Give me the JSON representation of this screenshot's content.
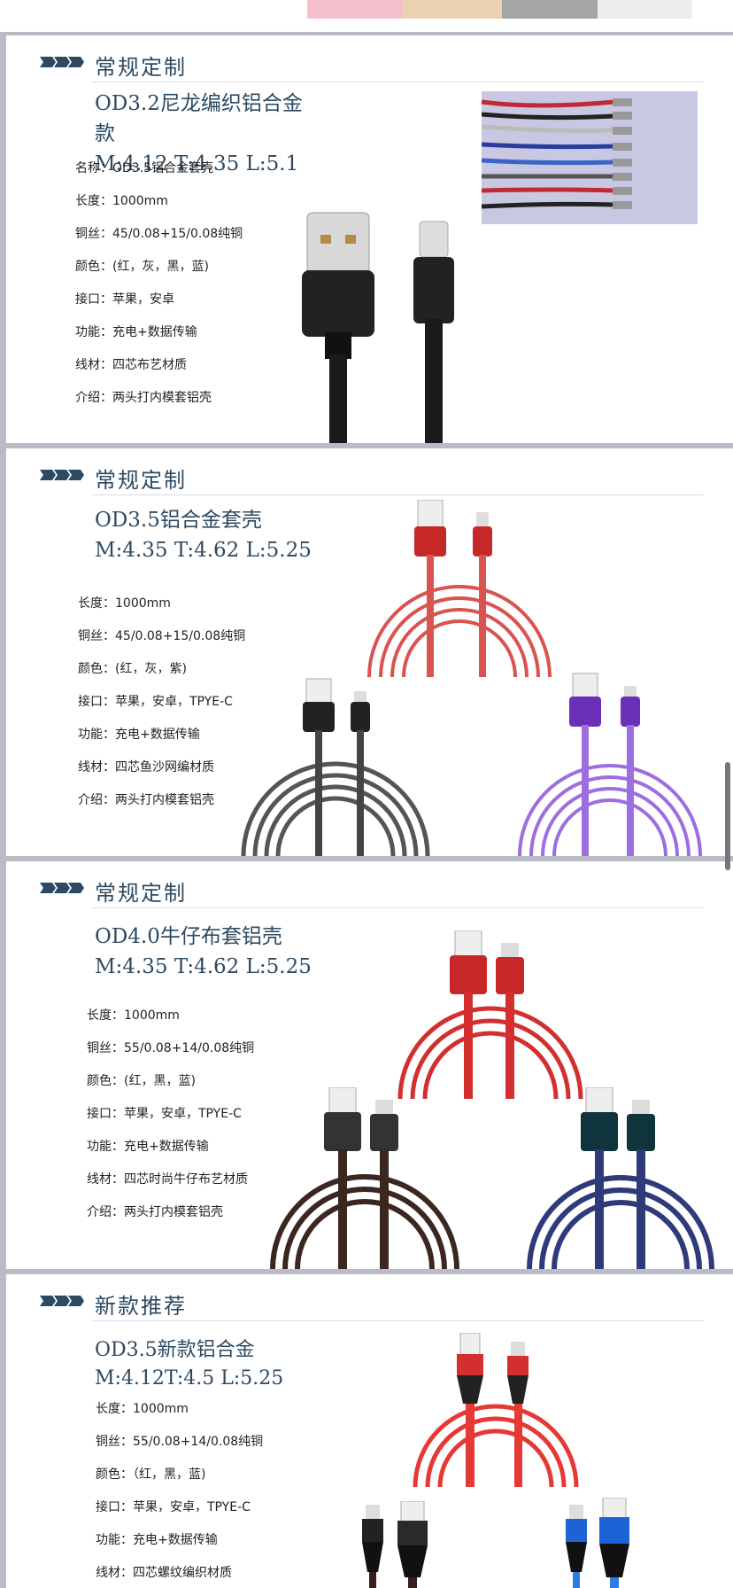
{
  "colors": {
    "accent": "#2d4a62",
    "swatches": [
      "#f3bfcb",
      "#ecd2b0",
      "#a5a5a5",
      "#ededed"
    ]
  },
  "sections": [
    {
      "header": "常规定制",
      "title_line1": "OD3.2尼龙编织铝合金",
      "title_line2": "款",
      "title_line3": "M:4.12 T:4.35 L:5.1",
      "specs": [
        "名称：OD3.5铝合金套壳",
        "长度：1000mm",
        "铜丝：45/0.08+15/0.08纯铜",
        "颜色：(红，灰，黑，蓝)",
        "接口：苹果，安卓",
        "功能：充电+数据传输",
        "线材：四芯布艺材质",
        "介绍：两头打内模套铝壳"
      ]
    },
    {
      "header": "常规定制",
      "title_line1": "OD3.5铝合金套壳",
      "title_line2": "M:4.35 T:4.62 L:5.25",
      "specs": [
        "长度：1000mm",
        "铜丝：45/0.08+15/0.08纯铜",
        "颜色：(红，灰，紫)",
        "接口：苹果，安卓，TPYE-C",
        "功能：充电+数据传输",
        "线材：四芯鱼沙网编材质",
        "介绍：两头打内模套铝壳"
      ]
    },
    {
      "header": "常规定制",
      "title_line1": "OD4.0牛仔布套铝壳",
      "title_line2": "M:4.35 T:4.62 L:5.25",
      "specs": [
        "长度：1000mm",
        "铜丝：55/0.08+14/0.08纯铜",
        "颜色：(红，黑，蓝)",
        "接口：苹果，安卓，TPYE-C",
        "功能：充电+数据传输",
        "线材：四芯时尚牛仔布艺材质",
        "介绍：两头打内模套铝壳"
      ]
    },
    {
      "header": "新款推荐",
      "title_line1": "OD3.5新款铝合金",
      "title_line2": "M:4.12T:4.5 L:5.25",
      "specs": [
        "长度：1000mm",
        "铜丝：55/0.08+14/0.08纯铜",
        "颜色：（红，黑，蓝)",
        "接口：苹果，安卓，TPYE-C",
        "功能：充电+数据传输",
        "线材：四芯螺纹编织材质"
      ]
    }
  ]
}
